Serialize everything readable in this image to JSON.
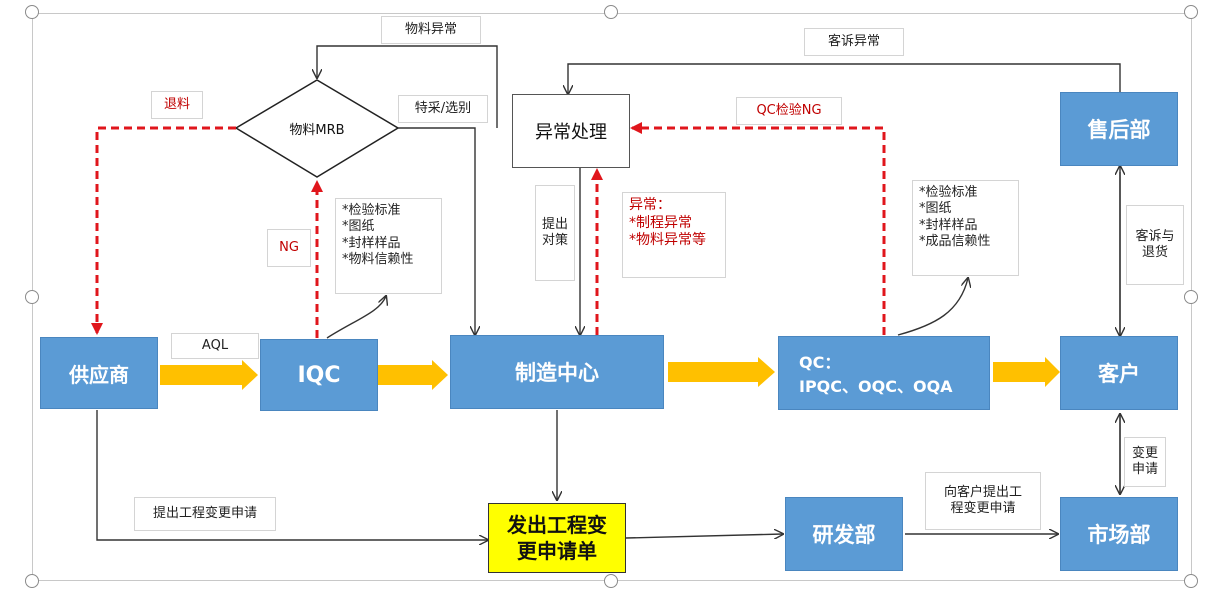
{
  "nodes": {
    "supplier": "供应商",
    "iqc": "IQC",
    "manufacturing": "制造中心",
    "qc_line1": "QC：",
    "qc_line2": "IPQC、OQC、OQA",
    "customer": "客户",
    "after_sales": "售后部",
    "rnd": "研发部",
    "marketing": "市场部",
    "exception_handling": "异常处理",
    "material_mrb": "物料MRB",
    "ecn_line1": "发出工程变",
    "ecn_line2": "更申请单"
  },
  "labels": {
    "aql": "AQL",
    "material_exception": "物料异常",
    "customer_complaint_exception": "客诉异常",
    "return_material": "退料",
    "special_selection": "特采/选别",
    "qc_inspection_ng": "QC检验NG",
    "ng": "NG",
    "propose_line1": "提出",
    "propose_line2": "对策",
    "complaint_return_line1": "客诉与",
    "complaint_return_line2": "退货",
    "change_request_line1": "变更",
    "change_request_line2": "申请",
    "propose_engineering_change": "提出工程变更申请",
    "customer_ecn_line1": "向客户提出工",
    "customer_ecn_line2": "程变更申请"
  },
  "iqc_references": [
    "*检验标准",
    "*图纸",
    "*封样样品",
    "*物料信赖性"
  ],
  "qc_references": [
    "*检验标准",
    "*图纸",
    "*封样样品",
    "*成品信赖性"
  ],
  "exception_note": {
    "title": "异常：",
    "items": [
      "*制程异常",
      "*物料异常等"
    ]
  },
  "colors": {
    "box_blue": "#5b9bd5",
    "flow_arrow": "#ffc000",
    "ng_dashed": "#e0161c",
    "ecn_yellow": "#ffff00"
  }
}
